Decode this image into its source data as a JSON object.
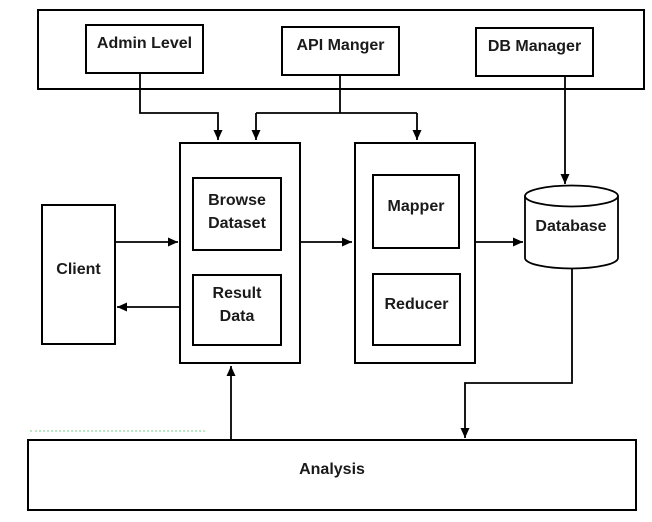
{
  "diagram": {
    "nodes": {
      "admin": {
        "label": "Admin Level"
      },
      "api": {
        "label": "API Manger"
      },
      "db_manager": {
        "label": "DB Manager"
      },
      "client": {
        "label": "Client"
      },
      "browse": {
        "label": "Browse Dataset"
      },
      "result": {
        "label": "Result Data"
      },
      "mapper": {
        "label": "Mapper"
      },
      "reducer": {
        "label": "Reducer"
      },
      "database": {
        "label": "Database"
      },
      "analysis": {
        "label": "Analysis"
      }
    },
    "edges": [
      {
        "from": "Admin Level",
        "to": "Processing group"
      },
      {
        "from": "API Manger",
        "to": "Processing group"
      },
      {
        "from": "API Manger",
        "to": "MapReduce group"
      },
      {
        "from": "DB Manager",
        "to": "Database"
      },
      {
        "from": "Client",
        "to": "Processing group"
      },
      {
        "from": "Processing group",
        "to": "Client"
      },
      {
        "from": "Processing group",
        "to": "MapReduce group"
      },
      {
        "from": "MapReduce group",
        "to": "Database"
      },
      {
        "from": "Database",
        "to": "Analysis"
      },
      {
        "from": "Analysis",
        "to": "Processing group"
      }
    ],
    "colors": {
      "stroke": "#000000",
      "background": "#ffffff",
      "text": "#1a1a1a",
      "artifact_dotted_green": "#b9e8c4"
    }
  }
}
